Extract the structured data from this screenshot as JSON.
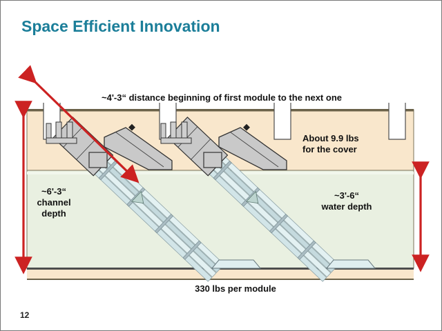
{
  "slide": {
    "title": "Space Efficient Innovation",
    "page_number": "12"
  },
  "annotations": {
    "top_note": "~4'-3“ distance beginning of first module to the next one",
    "cover_note": "About 9.9 lbs\nfor the cover",
    "channel_depth": "~6'-3“\nchannel\ndepth",
    "water_depth": "~3'-6“\nwater depth",
    "bottom_note": "330 lbs per module"
  },
  "measurements": {
    "module_spacing": "~4'-3“",
    "cover_weight": "About 9.9 lbs",
    "channel_depth": "~6'-3“",
    "water_depth": "~3'-6“",
    "module_weight": "330 lbs"
  },
  "colors": {
    "title_teal": "#1b7e99",
    "deck_tan": "#f9e7cc",
    "deck_edge": "#6b6249",
    "water_green": "#e9f0e1",
    "arrow_red": "#cc2222",
    "module_gray": "#c9c9c9",
    "rail_cyan": "#e3f1f2"
  }
}
